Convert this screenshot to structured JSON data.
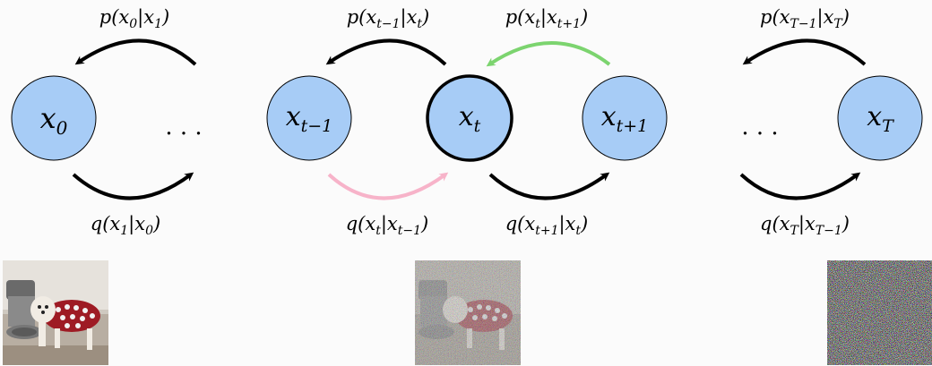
{
  "nodes": [
    {
      "id": "x0",
      "base": "x",
      "sub": "0",
      "fill": "#a7ccf6",
      "bold": false
    },
    {
      "id": "xt-1",
      "base": "x",
      "sub": "t−1",
      "fill": "#a7ccf6",
      "bold": false
    },
    {
      "id": "xt",
      "base": "x",
      "sub": "t",
      "fill": "#a7ccf6",
      "bold": true
    },
    {
      "id": "xt+1",
      "base": "x",
      "sub": "t+1",
      "fill": "#a7ccf6",
      "bold": false
    },
    {
      "id": "xT",
      "base": "x",
      "sub": "T",
      "fill": "#a7ccf6",
      "bold": false
    }
  ],
  "ellipsis": "· · ·",
  "reverse_labels": {
    "p0": {
      "pre": "p(x",
      "s1": "0",
      "mid": "|x",
      "s2": "1",
      "post": ")"
    },
    "pt_minus": {
      "pre": "p(x",
      "s1": "t−1",
      "mid": "|x",
      "s2": "t",
      "post": ")"
    },
    "pt": {
      "pre": "p(x",
      "s1": "t",
      "mid": "|x",
      "s2": "t+1",
      "post": ")"
    },
    "pT": {
      "pre": "p(x",
      "s1": "T−1",
      "mid": "|x",
      "s2": "T",
      "post": ")"
    }
  },
  "forward_labels": {
    "q1": {
      "pre": "q(x",
      "s1": "1",
      "mid": "|x",
      "s2": "0",
      "post": ")"
    },
    "qt": {
      "pre": "q(x",
      "s1": "t",
      "mid": "|x",
      "s2": "t−1",
      "post": ")"
    },
    "qt1": {
      "pre": "q(x",
      "s1": "t+1",
      "mid": "|x",
      "s2": "t",
      "post": ")"
    },
    "qT": {
      "pre": "q(x",
      "s1": "T",
      "mid": "|x",
      "s2": "T−1",
      "post": ")"
    }
  },
  "colors": {
    "node_fill": "#a7ccf6",
    "arrow_default": "#000000",
    "arrow_highlight_reverse": "#7cd46f",
    "arrow_highlight_forward": "#f7b3c9"
  },
  "images": [
    {
      "name": "clean-dog-image",
      "noise": 0.0
    },
    {
      "name": "noisy-dog-image",
      "noise": 0.55
    },
    {
      "name": "pure-noise-image",
      "noise": 1.0
    }
  ]
}
